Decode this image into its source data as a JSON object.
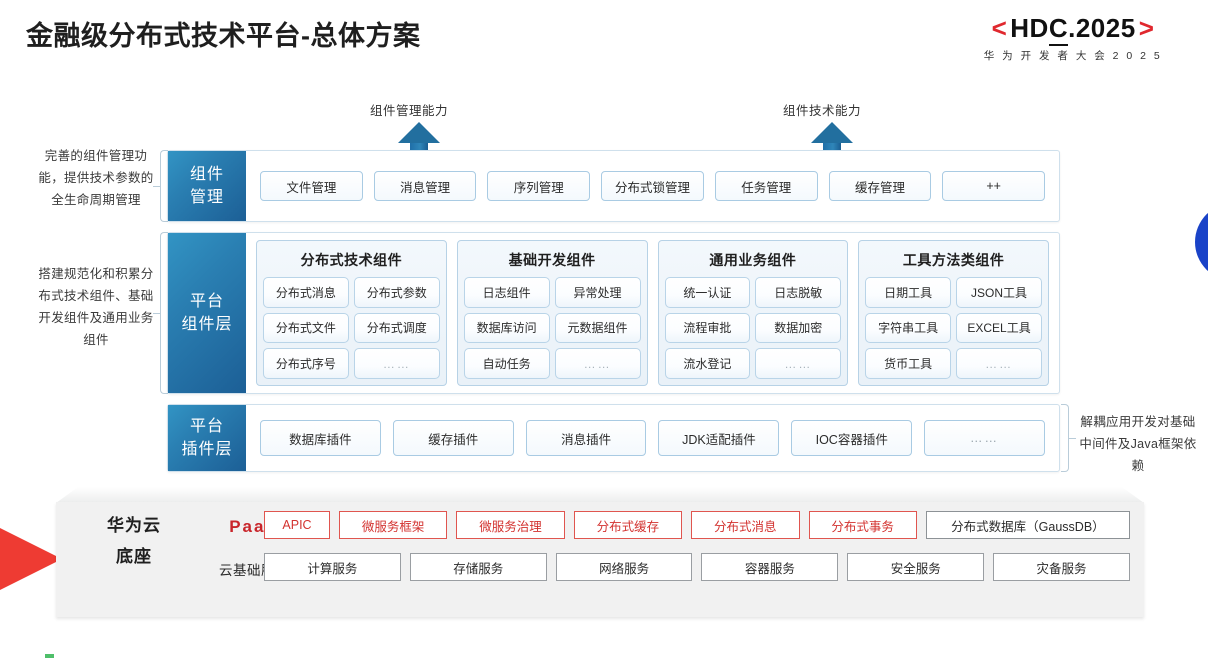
{
  "header": {
    "title": "金融级分布式技术平台-总体方案",
    "logo_main_left_bracket": "<",
    "logo_main_text_a": "HD",
    "logo_main_text_b": "C",
    "logo_main_text_c": ".2025",
    "logo_main_right_bracket": ">",
    "logo_sub": "华 为 开 发 者 大 会 2 0 2 5"
  },
  "arrows": {
    "left_label": "组件管理能力",
    "right_label": "组件技术能力"
  },
  "notes": {
    "left_top": "完善的组件管理功能，提供技术参数的全生命周期管理",
    "left_bottom": "搭建规范化和积累分布式技术组件、基础开发组件及通用业务组件",
    "right": "解耦应用开发对基础中间件及Java框架依赖"
  },
  "tiers": {
    "management": {
      "label": "组件\n管理",
      "label_line1": "组件",
      "label_line2": "管理",
      "items": [
        "文件管理",
        "消息管理",
        "序列管理",
        "分布式锁管理",
        "任务管理",
        "缓存管理",
        "++"
      ]
    },
    "component": {
      "label_line1": "平台",
      "label_line2": "组件层",
      "groups": [
        {
          "title": "分布式技术组件",
          "items": [
            "分布式消息",
            "分布式参数",
            "分布式文件",
            "分布式调度",
            "分布式序号",
            "……"
          ]
        },
        {
          "title": "基础开发组件",
          "items": [
            "日志组件",
            "异常处理",
            "数据库访问",
            "元数据组件",
            "自动任务",
            "……"
          ]
        },
        {
          "title": "通用业务组件",
          "items": [
            "统一认证",
            "日志脱敏",
            "流程审批",
            "数据加密",
            "流水登记",
            "……"
          ]
        },
        {
          "title": "工具方法类组件",
          "items": [
            "日期工具",
            "JSON工具",
            "字符串工具",
            "EXCEL工具",
            "货币工具",
            "……"
          ]
        }
      ]
    },
    "plugin": {
      "label_line1": "平台",
      "label_line2": "插件层",
      "items": [
        "数据库插件",
        "缓存插件",
        "消息插件",
        "JDK适配插件",
        "IOC容器插件",
        "……"
      ]
    }
  },
  "foundation": {
    "title_line1": "华为云",
    "title_line2": "底座",
    "paas_label": "PaaS",
    "cloud_label": "云基础服务",
    "paas_items": [
      {
        "text": "APIC",
        "style": "red"
      },
      {
        "text": "微服务框架",
        "style": "red"
      },
      {
        "text": "微服务治理",
        "style": "red"
      },
      {
        "text": "分布式缓存",
        "style": "red"
      },
      {
        "text": "分布式消息",
        "style": "red"
      },
      {
        "text": "分布式事务",
        "style": "red"
      },
      {
        "text": "分布式数据库（GaussDB）",
        "style": "gray"
      }
    ],
    "cloud_items": [
      "计算服务",
      "存储服务",
      "网络服务",
      "容器服务",
      "安全服务",
      "灾备服务"
    ]
  },
  "colors": {
    "brand_red": "#c9252b",
    "tier_blue_light": "#3294c4",
    "tier_blue_dark": "#1c5f96",
    "blob_blue": "#1a43c8",
    "wedge_red": "#ee3b33"
  }
}
